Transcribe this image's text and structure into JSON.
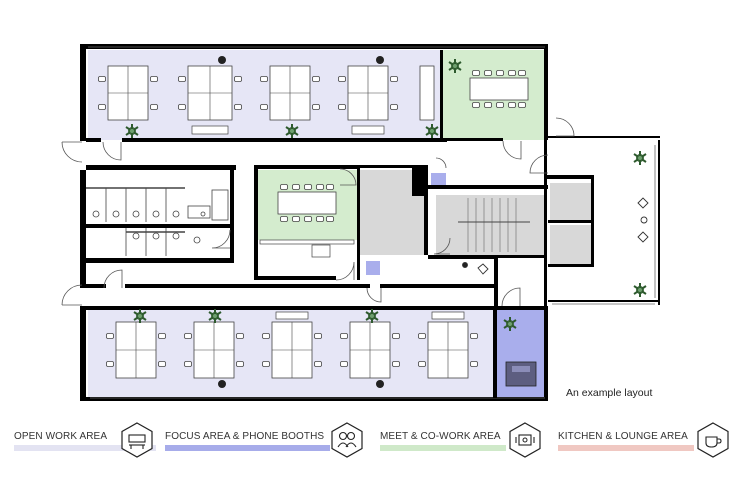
{
  "caption": "An example layout",
  "legend": [
    {
      "label": "OPEN WORK AREA",
      "color": "#e3e3f2",
      "icon": "desk-icon"
    },
    {
      "label": "FOCUS AREA & PHONE BOOTHS",
      "color": "#a7acea",
      "icon": "people-icon"
    },
    {
      "label": "MEET & CO-WORK AREA",
      "color": "#cfe9c9",
      "icon": "meeting-table-icon"
    },
    {
      "label": "KITCHEN & LOUNGE AREA",
      "color": "#f0c8c2",
      "icon": "coffee-cup-icon"
    }
  ],
  "colors": {
    "open_work": "#e6e6f6",
    "focus": "#a9aeec",
    "meet": "#d4ecce",
    "core": "#d8d8d8",
    "wall": "#000000"
  }
}
